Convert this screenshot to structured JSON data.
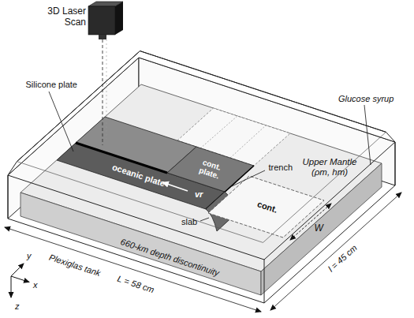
{
  "diagram": {
    "nodes": [
      {
        "text": [
          "cont. plate."
        ]
      },
      {
        "text": [
          "oceanic plate"
        ]
      },
      {
        "text": [
          "cont."
        ]
      }
    ],
    "labels": [
      "3D Laser Scan",
      "Silicone plate",
      "Glucose syrup",
      "Upper Mantle (ρm, hm)",
      "trench",
      "vr",
      "W",
      "slab",
      "660-km depth discontinuity",
      "Plexiglas tank",
      "L = 58 cm",
      "l = 45 cm",
      "y",
      "x",
      "z"
    ]
  }
}
